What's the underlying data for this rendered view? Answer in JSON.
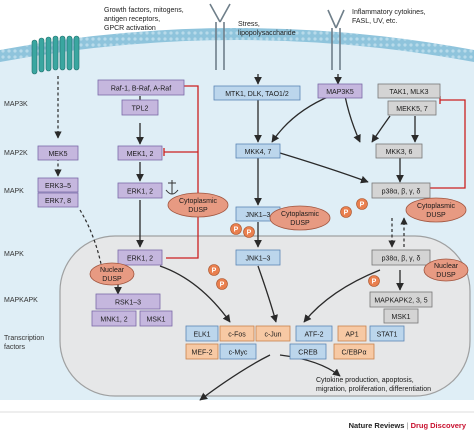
{
  "colors": {
    "membrane": "#8fc4dc",
    "membrane_dots": "#c9e4f0",
    "cell_bg": "#dfeef6",
    "nucleus_fill": "#e7e7e7",
    "nucleus_stroke": "#9a9a9a",
    "purple": "#c5b7de",
    "purple_stroke": "#7b6aa8",
    "blue": "#bcd6ec",
    "blue_stroke": "#5b85b4",
    "grey": "#d4d4d4",
    "grey_stroke": "#777777",
    "orange": "#f7c9a4",
    "orange_stroke": "#c8834c",
    "dusp": "#e79a82",
    "dusp_stroke": "#a0553f",
    "phospho": "#e97f4e",
    "inhibit": "#cc2020",
    "arrow": "#2a2a2a",
    "brand_red": "#c8102e"
  },
  "stimuli": {
    "left": [
      "Growth factors, mitogens,",
      "antigen receptors,",
      "GPCR activation"
    ],
    "middle": [
      "Stress,",
      "lipopolysaccharide"
    ],
    "right": [
      "Inflammatory cytokines,",
      "FASL, UV, etc."
    ]
  },
  "levels": {
    "map3k": "MAP3K",
    "map2k": "MAP2K",
    "mapk_upper": "MAPK",
    "mapk_lower": "MAPK",
    "mapkapk": "MAPKAPK",
    "tf_line1": "Transcription",
    "tf_line2": "factors"
  },
  "boxes": {
    "raf": "Raf-1, B-Raf, A-Raf",
    "tpl2": "TPL2",
    "mtk1": "MTK1, DLK, TAO1/2",
    "map3k5": "MAP3K5",
    "tak1": "TAK1, MLK3",
    "mekk57": "MEKK5, 7",
    "mek5": "MEK5",
    "mek12": "MEK1, 2",
    "mkk47": "MKK4, 7",
    "mkk36": "MKK3, 6",
    "erk35": "ERK3–5",
    "erk78": "ERK7, 8",
    "erk12_cyto": "ERK1, 2",
    "jnk13_cyto": "JNK1–3",
    "p38_cyto": "p38α, β, γ, δ",
    "erk12_nuc": "ERK1, 2",
    "jnk13_nuc": "JNK1–3",
    "p38_nuc": "p38α, β, γ, δ",
    "rsk13": "RSK1–3",
    "mnk12": "MNK1, 2",
    "msk1_left": "MSK1",
    "mapkapk": "MAPKAPK2, 3, 5",
    "msk1_right": "MSK1",
    "elk1": "ELK1",
    "cfos": "c-Fos",
    "cjun": "c-Jun",
    "atf2": "ATF-2",
    "ap1": "AP1",
    "stat1": "STAT1",
    "mef2": "MEF-2",
    "cmyc": "c-Myc",
    "creb": "CREB",
    "cebp": "C/EBPα"
  },
  "dusp": {
    "cyto1": [
      "Cytoplasmic",
      "DUSP"
    ],
    "cyto2": [
      "Cytoplasmic",
      "DUSP"
    ],
    "cyto3": [
      "Cytoplasmic",
      "DUSP"
    ],
    "nuc1": [
      "Nuclear",
      "DUSP"
    ],
    "nuc2": [
      "Nuclear",
      "DUSP"
    ]
  },
  "phospho_label": "P",
  "outcome": [
    "Cytokine production, apoptosis,",
    "migration, proliferation, differentiation"
  ],
  "footer": {
    "journal": "Nature Reviews",
    "separator": " | ",
    "section": "Drug Discovery"
  }
}
